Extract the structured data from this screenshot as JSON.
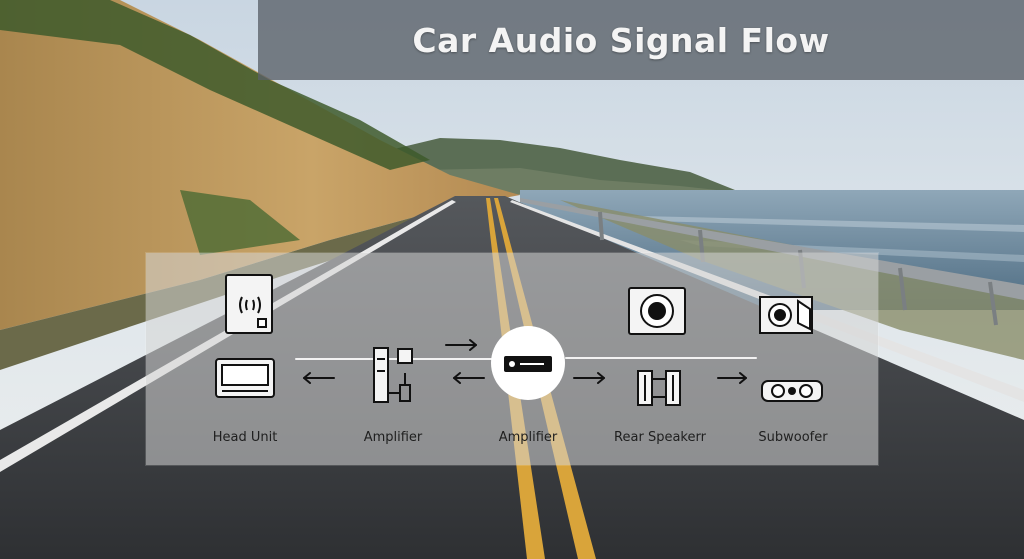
{
  "title": "Car Audio Signal Flow",
  "labels": {
    "head_unit": "Head Unit",
    "amplifier_1": "Amplifier",
    "amplifier_2": "Amplifier",
    "rear_speaker": "Rear Speakerr",
    "subwoofer": "Subwoofer"
  },
  "icons": [
    "phone-wave-icon",
    "radio-icon",
    "amplifier-rack-icon",
    "amplifier-box-icon",
    "speaker-cabinet-icon",
    "twin-speaker-icon",
    "subwoofer-box-icon",
    "subwoofer-pod-icon"
  ],
  "colors": {
    "icon_ink": "#111111",
    "title_text": "#f4f4f4"
  }
}
